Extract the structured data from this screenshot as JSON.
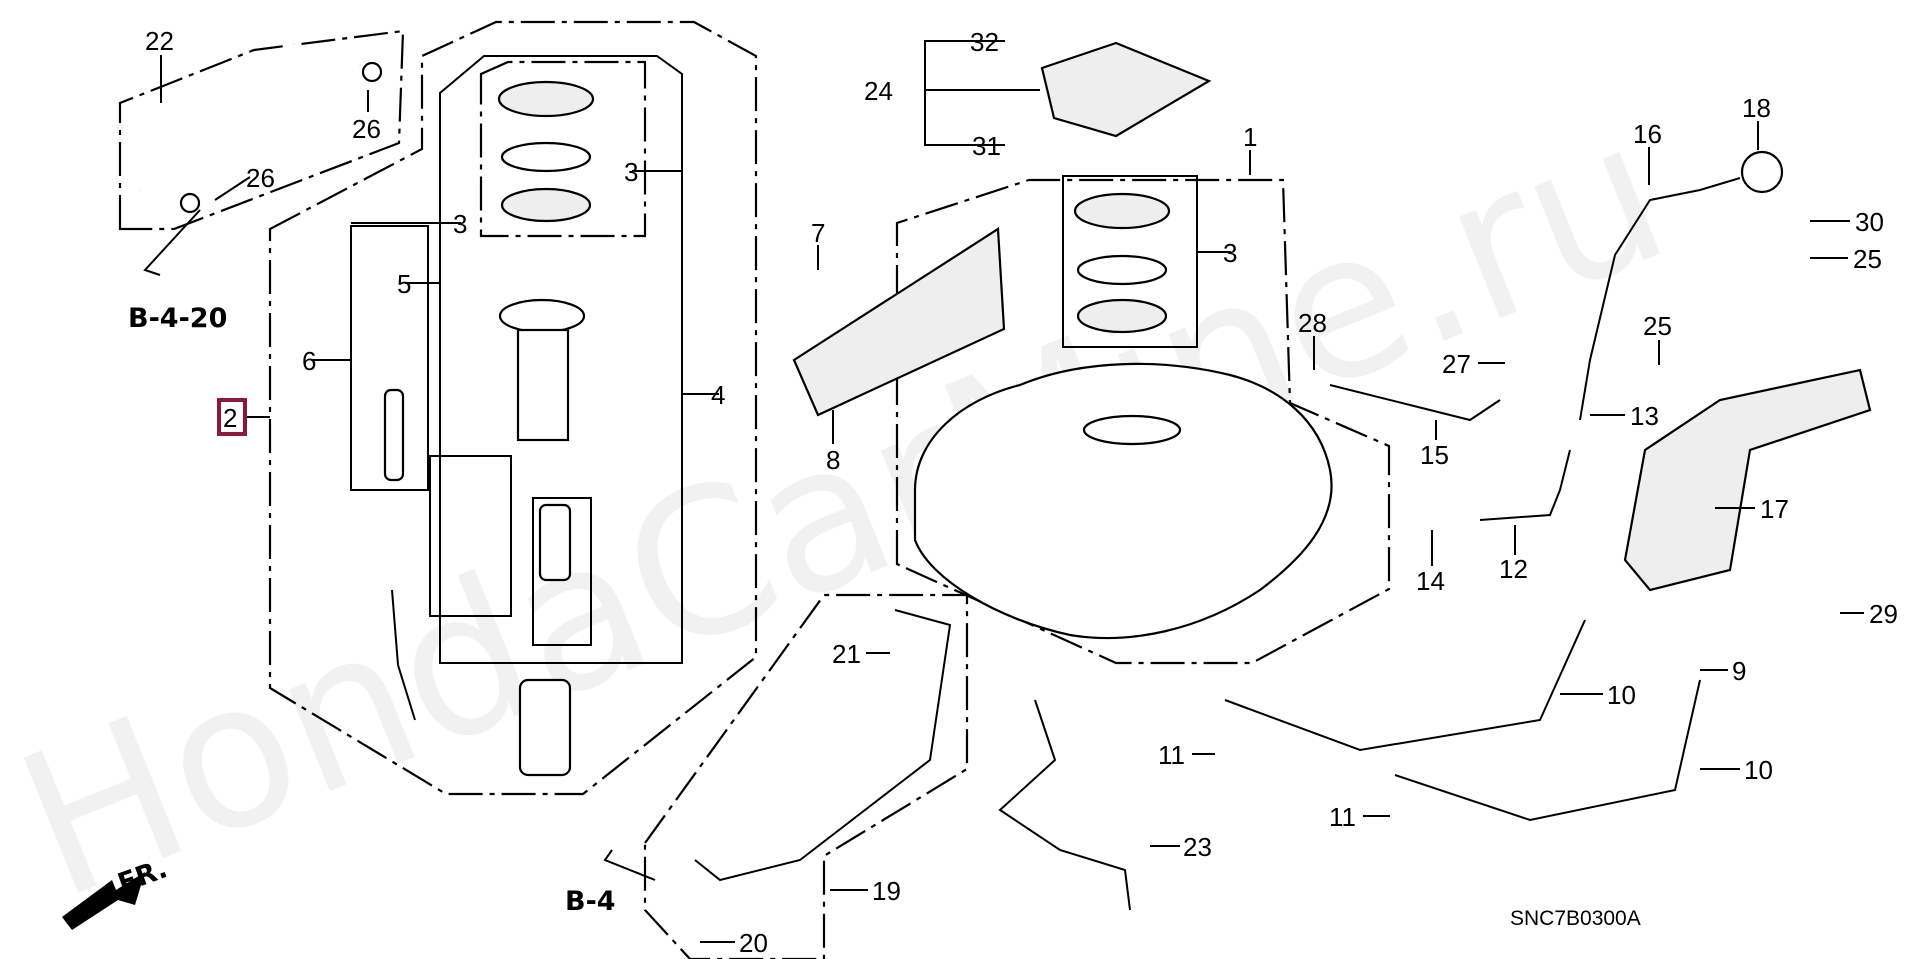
{
  "diagram": {
    "watermark": "HondaCarMine.ru",
    "code": "SNC7B0300A",
    "references": {
      "b420": "B-4-20",
      "b4": "B-4"
    },
    "front_arrow": "FR.",
    "highlight_color": "#8b1a3a",
    "callouts": {
      "c22": "22",
      "c26a": "26",
      "c26b": "26",
      "c3a": "3",
      "c3b": "3",
      "c3c": "3",
      "c5": "5",
      "c6": "6",
      "c2": "2",
      "c4": "4",
      "c7": "7",
      "c8": "8",
      "c32": "32",
      "c24": "24",
      "c31": "31",
      "c1": "1",
      "c28": "28",
      "c27": "27",
      "c15": "15",
      "c14": "14",
      "c12": "12",
      "c13": "13",
      "c16": "16",
      "c18": "18",
      "c30": "30",
      "c25a": "25",
      "c25b": "25",
      "c17": "17",
      "c29": "29",
      "c9": "9",
      "c10a": "10",
      "c10b": "10",
      "c11a": "11",
      "c11b": "11",
      "c21": "21",
      "c23": "23",
      "c19": "19",
      "c20": "20"
    }
  }
}
